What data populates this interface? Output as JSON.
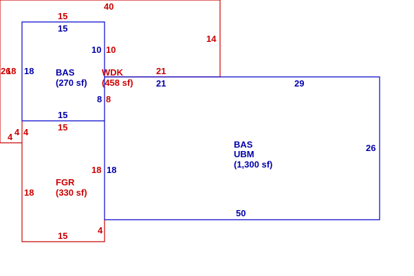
{
  "colors": {
    "red": "#cc0000",
    "blue": "#0000aa"
  },
  "areas": {
    "bas_upper": {
      "code": "BAS",
      "area": "(270 sf)"
    },
    "wdk": {
      "code": "WDK",
      "area": "(458 sf)"
    },
    "fgr": {
      "code": "FGR",
      "area": "(330 sf)"
    },
    "bas_main": {
      "code": "BAS",
      "code2": "UBM",
      "area": "(1,300 sf)"
    }
  },
  "dimensions": {
    "wdk_top": "40",
    "wdk_right": "14",
    "wdk_left_a": "26",
    "wdk_left_b": "18",
    "wdk_bottom_left": "4",
    "wdk_step": "4",
    "wdk_inner_top": "15",
    "wdk_inner_right": "10",
    "wdk_inner_bottom": "21",
    "wdk_inner_step": "8",
    "bas_top": "15",
    "bas_right": "10",
    "bas_left": "18",
    "bas_bottom": "15",
    "bas_step": "8",
    "fgr_top": "15",
    "fgr_left": "18",
    "fgr_right": "18",
    "fgr_bottom": "15",
    "fgr_corner": "4",
    "fgr_left_step": "4",
    "main_top": "29",
    "main_left_top": "21",
    "main_right": "26",
    "main_bottom": "50",
    "main_left": "18"
  }
}
